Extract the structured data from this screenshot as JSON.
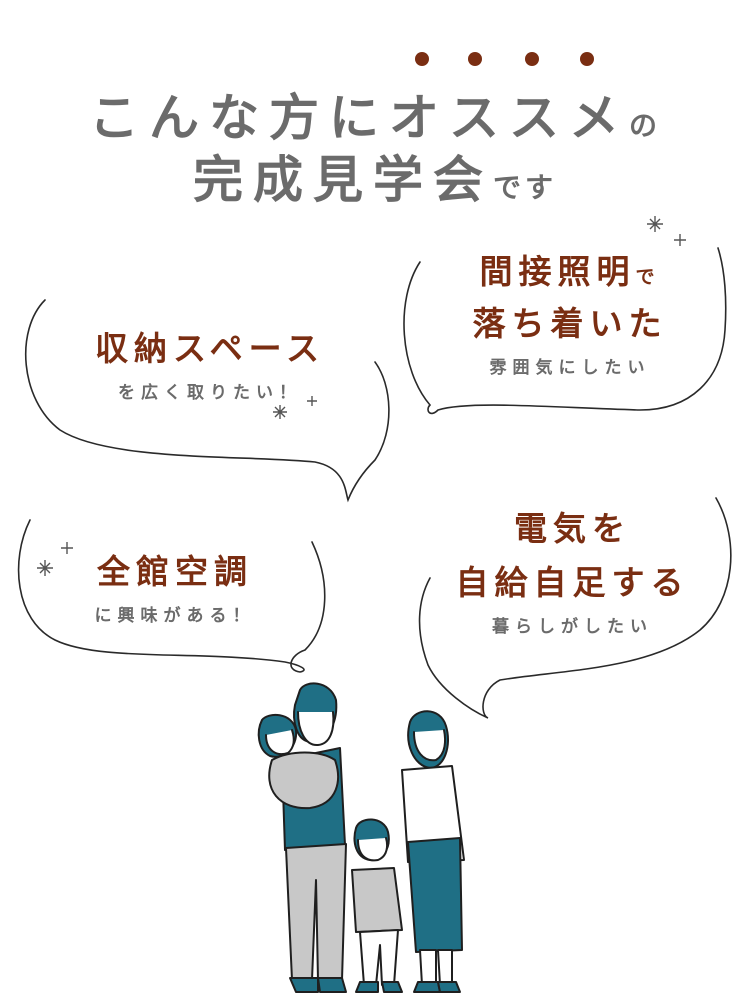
{
  "colors": {
    "accent": "#7a2e12",
    "gray": "#6b6b6b",
    "teal": "#1f6f85",
    "line": "#2a2a2a"
  },
  "title": {
    "line1": "こんな方にオススメ",
    "line1_suffix": "の",
    "line2": "完成見学会",
    "line2_suffix": "です"
  },
  "bubbles": [
    {
      "main": "収納スペース",
      "sub": "を広く取りたい！"
    },
    {
      "main_a": "間接照明",
      "main_a_suffix": "で",
      "main_b": "落ち着いた",
      "sub": "雰囲気にしたい"
    },
    {
      "main": "全館空調",
      "sub": "に興味がある！"
    },
    {
      "main_a": "電気を",
      "main_b": "自給自足する",
      "sub": "暮らしがしたい"
    }
  ],
  "icons": [
    "sparkle-icon",
    "family-illustration"
  ]
}
